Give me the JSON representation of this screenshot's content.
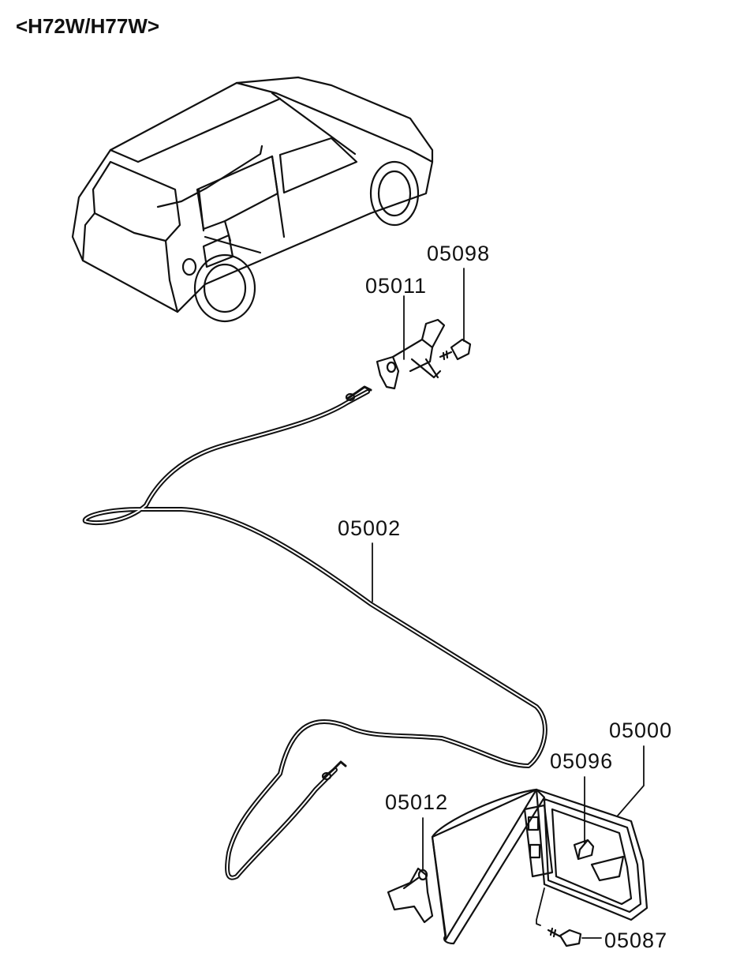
{
  "title": "<H72W/H77W>",
  "parts": {
    "p05098": "05098",
    "p05011": "05011",
    "p05002": "05002",
    "p05000": "05000",
    "p05096": "05096",
    "p05012": "05012",
    "p05087": "05087"
  }
}
